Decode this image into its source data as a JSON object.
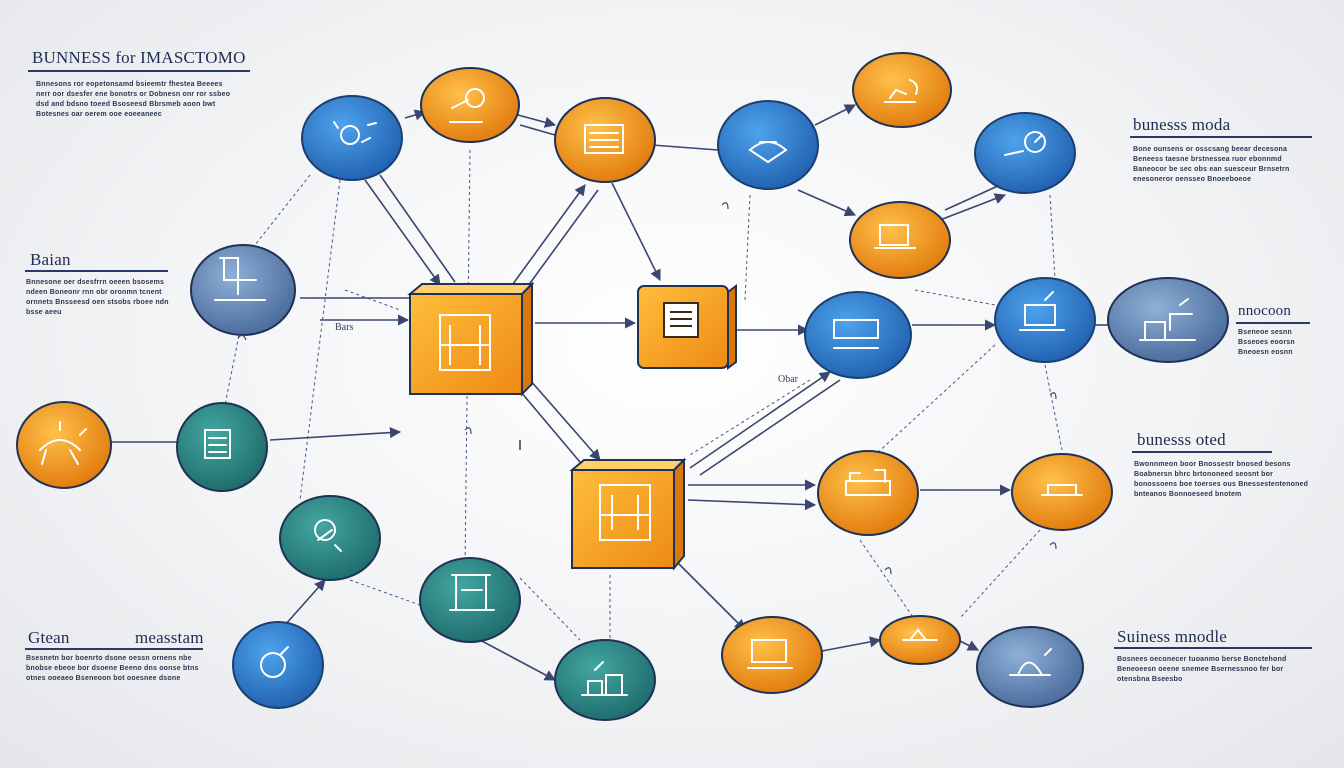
{
  "colors": {
    "blue": "#2f7ed0",
    "blue_gray": "#5b7fb0",
    "orange": "#f29a1e",
    "orange_light": "#f6b52a",
    "teal": "#2f8a86",
    "connector": "#3a4670"
  },
  "headings": {
    "top_left": "BUNNESS for IMASCTOMO",
    "left_mid": "Baian",
    "bottom_left_a": "Gtean",
    "bottom_left_b": "measstam",
    "top_right": "bunesss moda",
    "mid_right": "nnocoon",
    "right_mid": "bunesss oted",
    "bottom_right": "Suiness mnodle"
  },
  "blurbs": {
    "top_left": "Bnnesons ror eopetonsamd bsieemtr fhestea Beeees nerr oor dsesfer ene bonotrs or Dobnesn onr ror ssbeo dsd and bdsno toeed Bsoseesd Bbrsmeb aoon bwt Botesnes oar oerem ooe eoeeaneec",
    "left_mid": "Bnnesone oer dsesfrrn oeeen bsosems ndeen Boneonr rnn obr oronmn tcnent ornnets Bnsseesd oen stsobs rboee ndn bsse aeeu",
    "bottom_left": "Bsesnetn bor boenrto dsone oessn ornens nbe bnobse ebeoe bor dsoene Beeno dns oonse btns otnes ooeaeo Bseneoon bot ooesnee dsone",
    "top_right": "Bone ounsens or osscsang beear decesona Beneess taesne brstnessea ruor ebonnmd Baneocor be sec obs ean suesceur Brnsetrn enesoneror oensseo Bnoeeboeoe",
    "mid_right": "Bseneoe sesnn Bsseoes eoorsn Bneoesn eosnn",
    "right_mid": "Bwonnmeon boor Bnossestr bnosed besons Boabnersn bhrc brtononeed seosnt bor bonossoens boe toerses ous Bnessestentenoned bnteanos Bonnoeseed bnotem",
    "bottom_right": "Bosnees oeconecer tuoanmo berse Bonctehond Beneoeesn oeene snemee Bsernessnoo fer bor otensbna Bseesbo"
  },
  "annotations": {
    "bars_label": "Bars",
    "other_label": "Obar"
  }
}
